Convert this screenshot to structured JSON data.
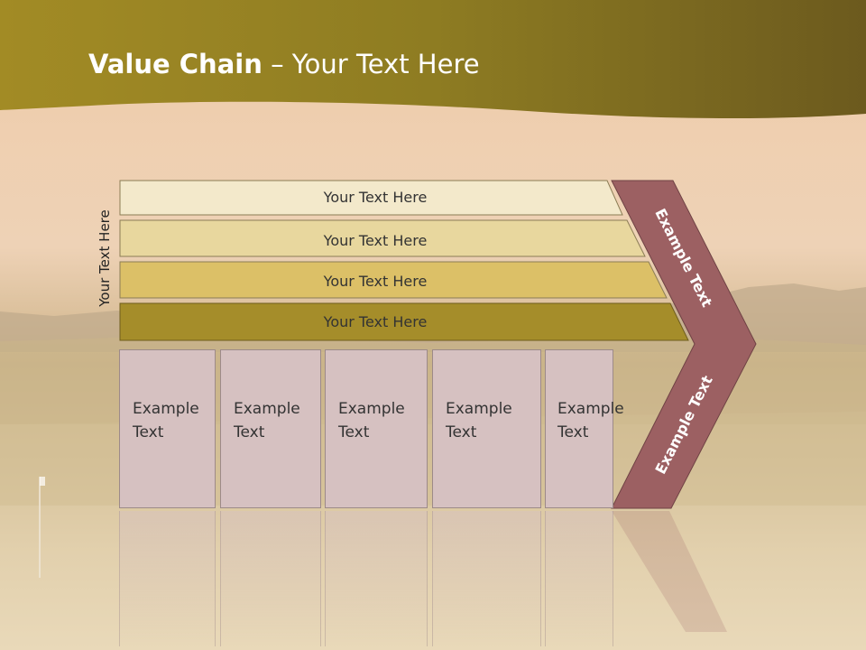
{
  "title": {
    "bold": "Value Chain",
    "rest": " – Your Text Here"
  },
  "side_label": "Your Text Here",
  "bars": [
    {
      "label": "Your Text Here",
      "color": "#f3e9cb"
    },
    {
      "label": "Your Text Here",
      "color": "#e8d79e"
    },
    {
      "label": "Your Text Here",
      "color": "#dcc067"
    },
    {
      "label": "Your Text Here",
      "color": "#a58d2a"
    }
  ],
  "chevron": {
    "upper_text": "Example Text",
    "lower_text": "Example Text",
    "color": "#9c6062"
  },
  "boxes": [
    {
      "line1": "Example",
      "line2": "Text"
    },
    {
      "line1": "Example",
      "line2": "Text"
    },
    {
      "line1": "Example",
      "line2": "Text"
    },
    {
      "line1": "Example",
      "line2": "Text"
    },
    {
      "line1": "Example",
      "line2": "Text"
    }
  ],
  "colors": {
    "header": "#8e7a1c",
    "box_fill": "#d6c1c1"
  }
}
